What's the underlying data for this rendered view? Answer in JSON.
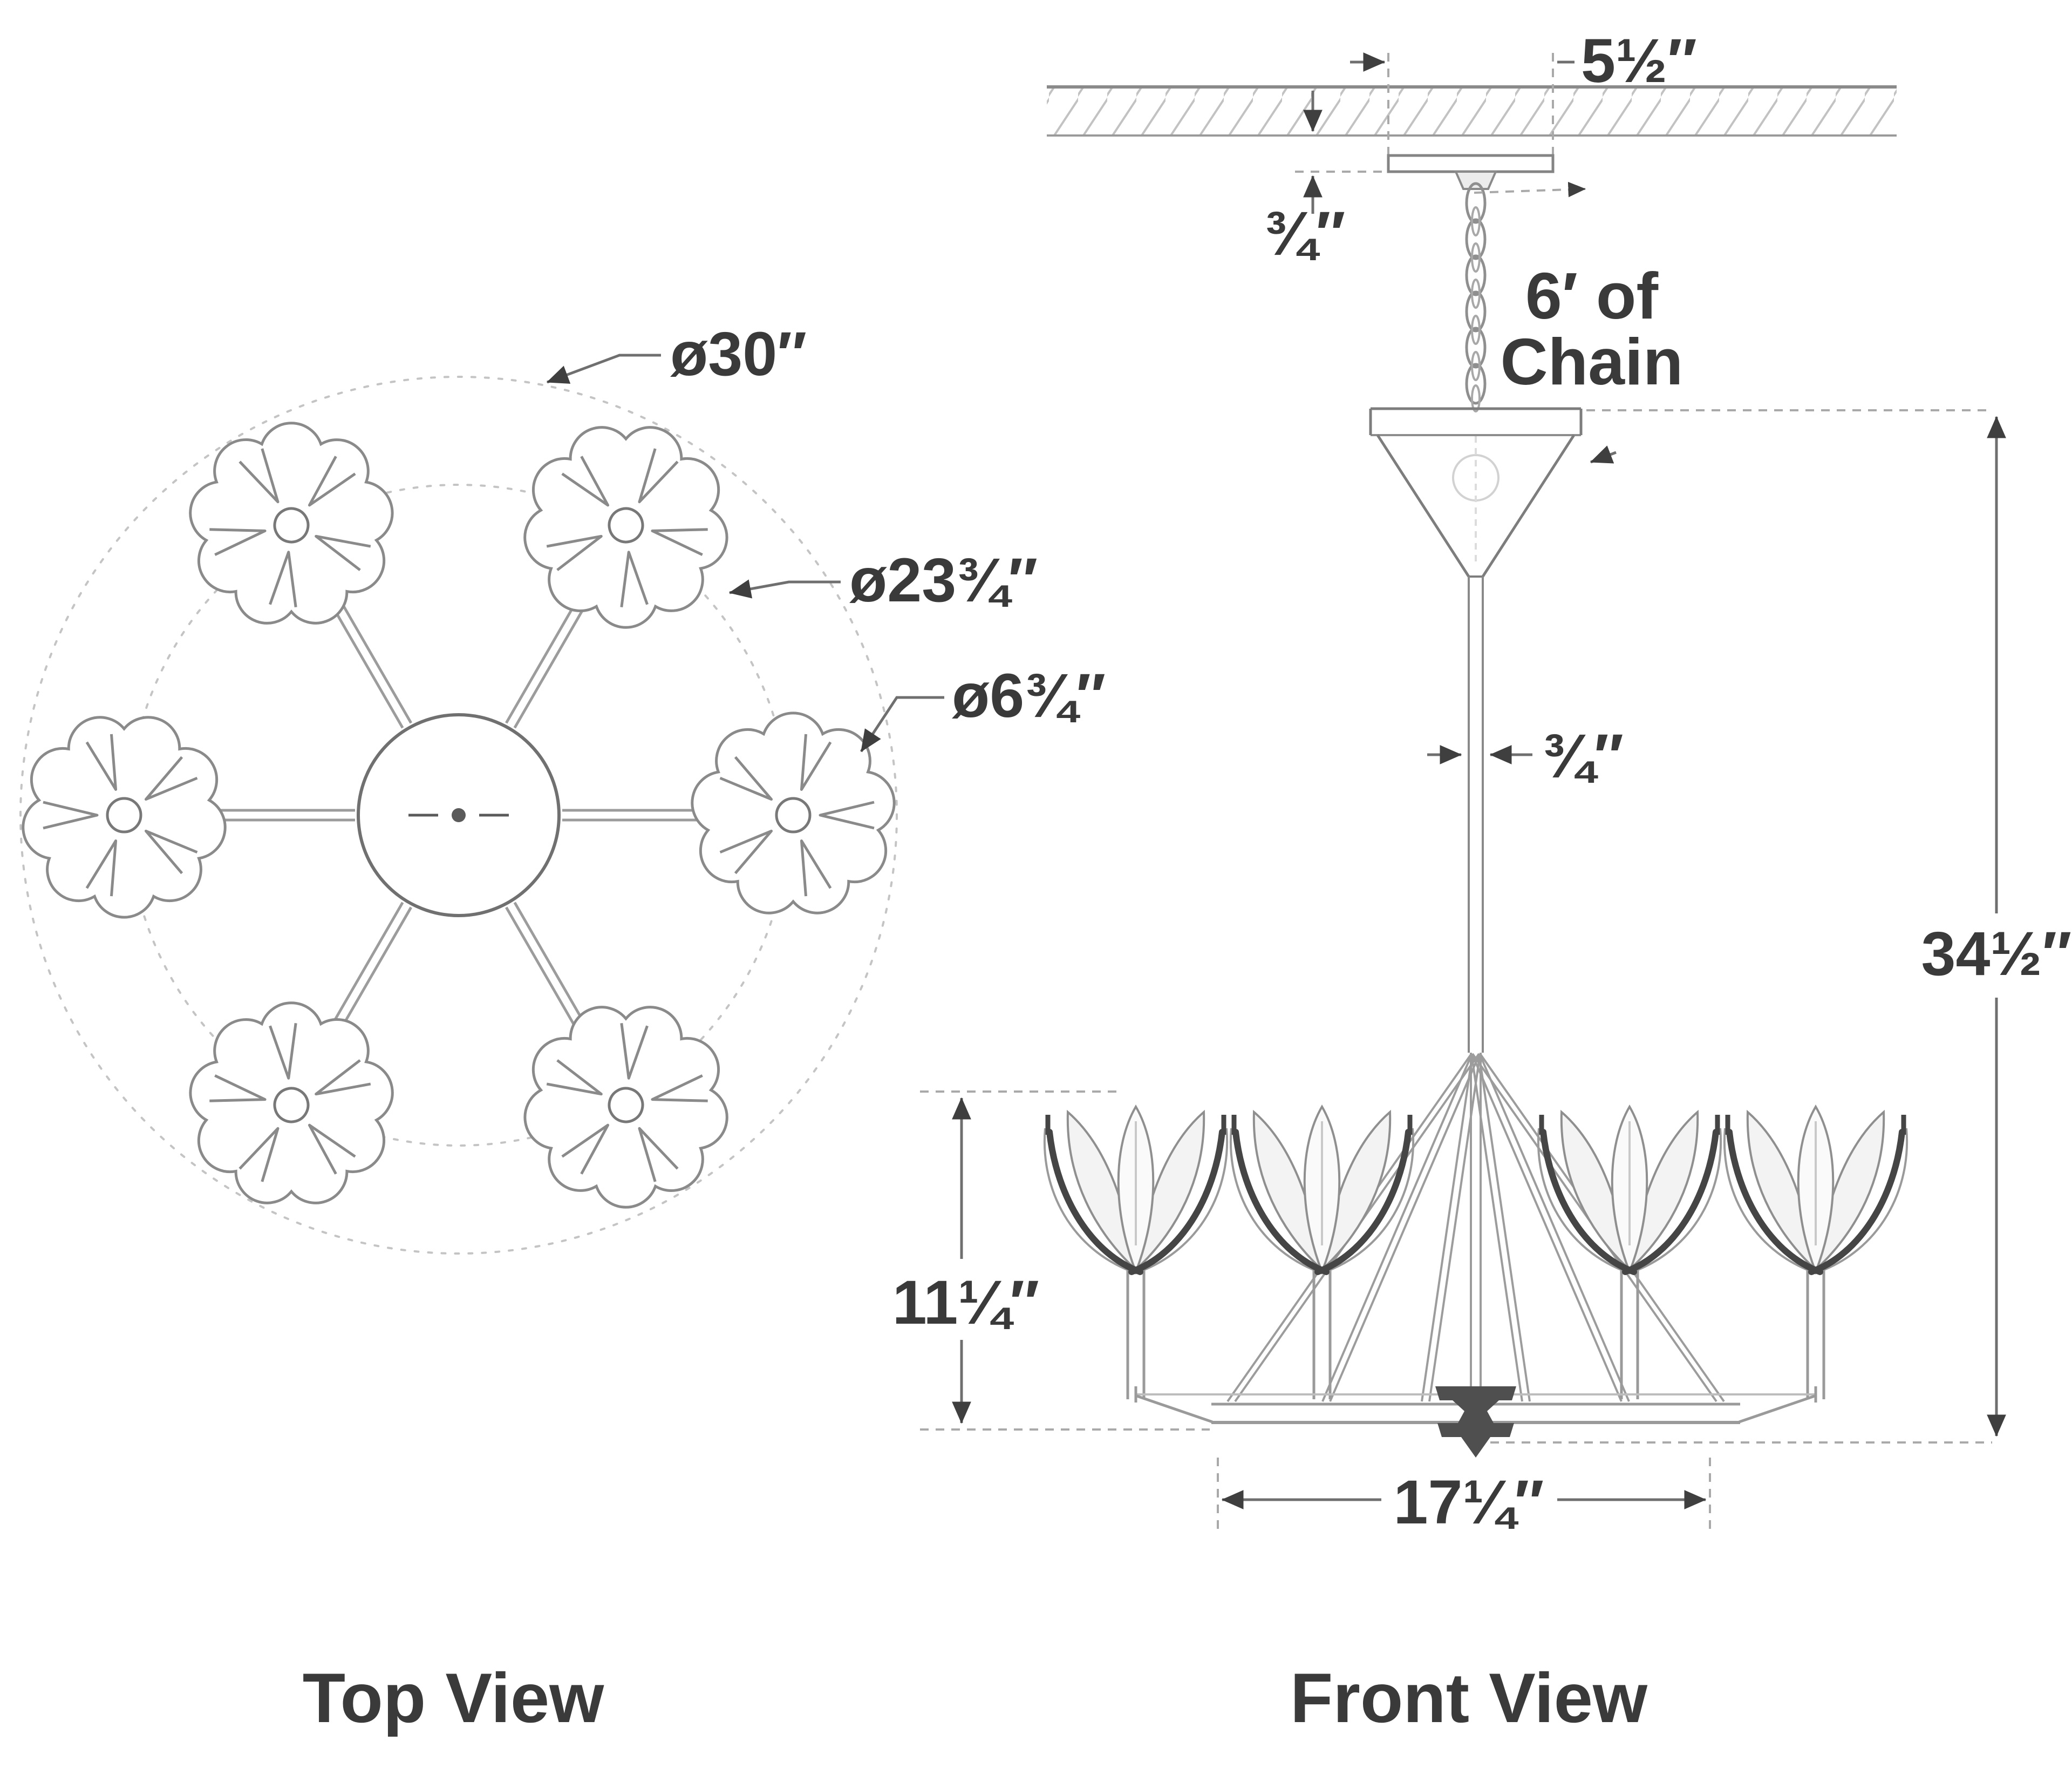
{
  "diagram": {
    "kind": "chandelier installation dimension drawing",
    "style": "grayscale technical line art",
    "ink_color": "#4a4a4a",
    "light_line_color": "#9c9c9c",
    "background_color": "#ffffff"
  },
  "top_view": {
    "title": "Top View",
    "labels": {
      "outer_diameter": "ø30″",
      "body_diameter": "ø23¾″",
      "flower_diameter": "ø6¾″"
    },
    "arm_count": 6
  },
  "front_view": {
    "title": "Front View",
    "labels": {
      "canopy_width": "5½″",
      "ceiling_gap": "¾″",
      "chain_line1": "6′ of",
      "chain_line2": "Chain",
      "stem_width": "¾″",
      "overall_height": "34½″",
      "flower_height": "11¼″",
      "ring_width": "17¼″"
    },
    "flower_count_visible": 4
  }
}
